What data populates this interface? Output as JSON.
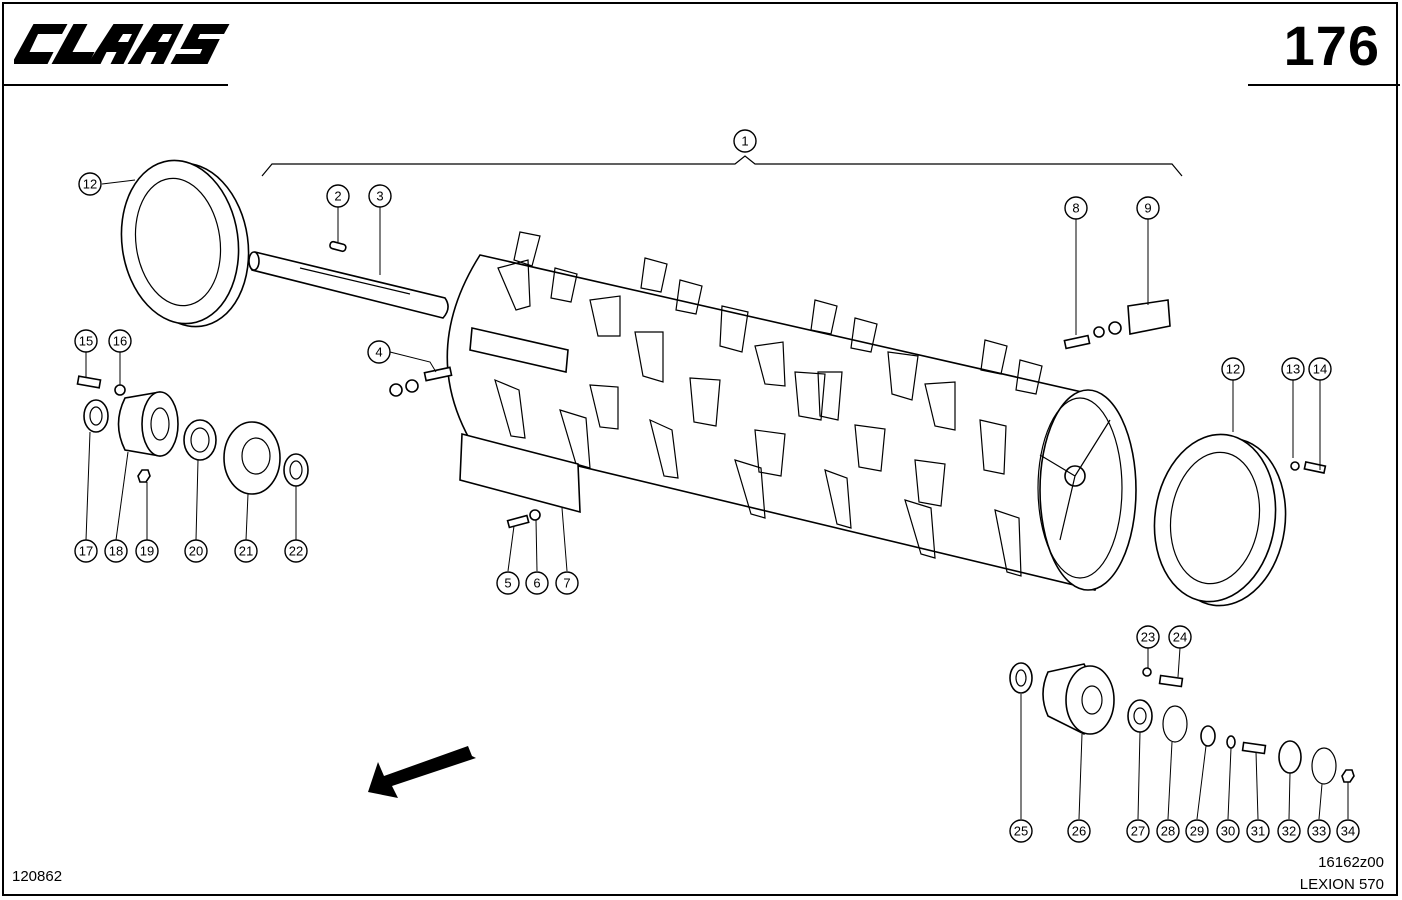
{
  "header": {
    "brand": "CLAAS",
    "page_number": "176"
  },
  "footer": {
    "ref_left": "120862",
    "ref_right_code": "16162z00",
    "ref_right_model": "LEXION 570"
  },
  "callouts": [
    "1",
    "2",
    "3",
    "4",
    "5",
    "6",
    "7",
    "8",
    "9",
    "12",
    "12",
    "13",
    "14",
    "15",
    "16",
    "17",
    "18",
    "19",
    "20",
    "21",
    "22",
    "23",
    "24",
    "25",
    "26",
    "27",
    "28",
    "29",
    "30",
    "31",
    "32",
    "33",
    "34"
  ],
  "icons": {
    "direction": "arrow-direction-icon"
  }
}
